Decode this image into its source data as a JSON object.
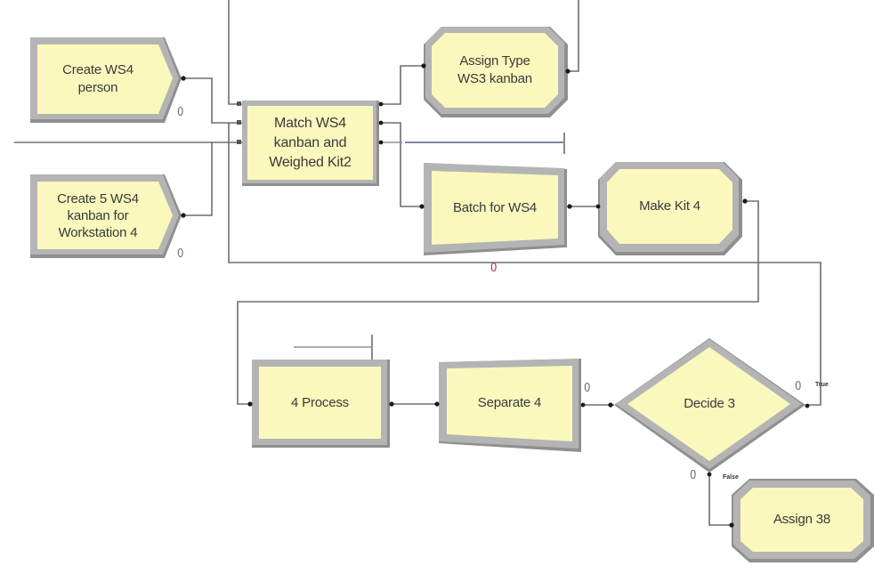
{
  "canvas": {
    "background": "#ffffff",
    "module_fill": "#fbf8bd",
    "bevel": "#b4b4b4",
    "shadow": "#8f8f8f",
    "connector": "#6e6e6e"
  },
  "modules": {
    "create_person": {
      "type": "Create",
      "label": "Create WS4\nperson",
      "counter": "0"
    },
    "create_kanban": {
      "type": "Create",
      "label": "Create 5 WS4\nkanban for\nWorkstation 4",
      "counter": "0"
    },
    "match": {
      "type": "Match",
      "label": "Match WS4\nkanban and\nWeighed Kit2"
    },
    "assign_type": {
      "type": "Assign",
      "label": "Assign Type\nWS3 kanban"
    },
    "batch": {
      "type": "Batch",
      "label": "Batch for WS4"
    },
    "make_kit": {
      "type": "Assign",
      "label": "Make Kit 4"
    },
    "process": {
      "type": "Process",
      "label": "4 Process"
    },
    "separate": {
      "type": "Separate",
      "label": "Separate 4",
      "counter": "0"
    },
    "decide": {
      "type": "Decide",
      "label": "Decide 3",
      "true_counter": "0",
      "false_counter": "0",
      "true_label": "True",
      "false_label": "False"
    },
    "assign38": {
      "type": "Assign",
      "label": "Assign 38"
    }
  },
  "loop_counter": "0"
}
